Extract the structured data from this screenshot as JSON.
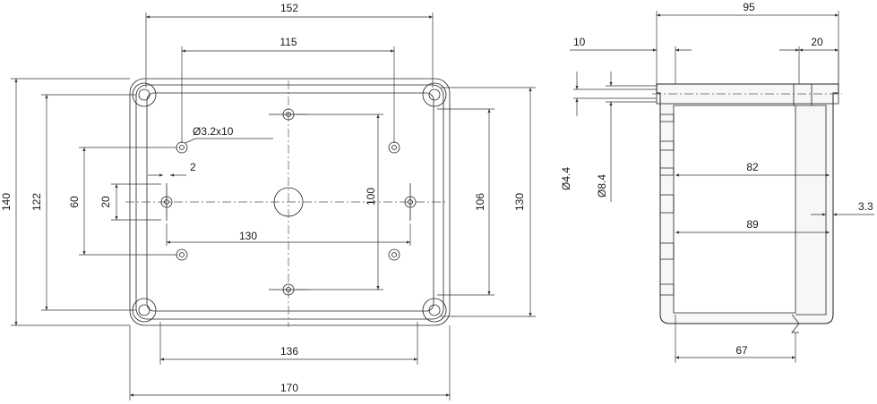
{
  "front_view": {
    "top_width": "152",
    "hole_spacing_top": "115",
    "hole_label": "Ø3.2x10",
    "offset_small": "2",
    "slot_spacing": "130",
    "bottom_inner_width": "136",
    "overall_width": "170",
    "overall_height": "140",
    "height_122": "122",
    "height_60": "60",
    "height_20": "20",
    "height_100": "100",
    "height_106": "106",
    "height_130": "130"
  },
  "side_view": {
    "overall_depth": "95",
    "offset_10": "10",
    "offset_20": "20",
    "dia_44": "Ø4.4",
    "dia_84": "Ø8.4",
    "depth_82": "82",
    "depth_89": "89",
    "wall_33": "3.3",
    "depth_67": "67"
  }
}
